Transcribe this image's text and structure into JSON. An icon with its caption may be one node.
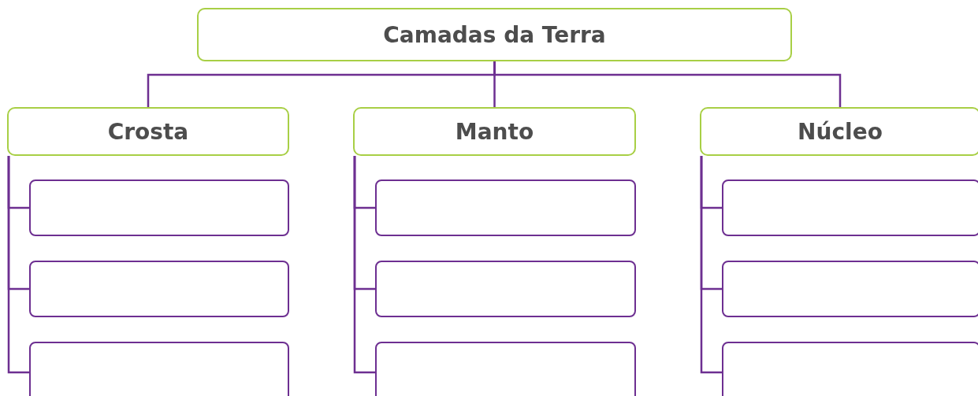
{
  "diagram": {
    "nodes": [
      {
        "text": [
          "Camadas da Terra"
        ]
      },
      {
        "text": [
          "Crosta"
        ]
      },
      {
        "text": [
          "Manto"
        ]
      },
      {
        "text": [
          "Núcleo"
        ]
      },
      {
        "text": [],
        "shape": "box"
      },
      {
        "text": [],
        "shape": "box"
      },
      {
        "text": [],
        "shape": "box"
      },
      {
        "text": [],
        "shape": "box"
      },
      {
        "text": [],
        "shape": "box"
      },
      {
        "text": [],
        "shape": "box"
      },
      {
        "text": [],
        "shape": "box"
      },
      {
        "text": [],
        "shape": "box"
      },
      {
        "text": [],
        "shape": "box"
      }
    ],
    "edges": [
      {
        "from": 0,
        "to": 1,
        "arrow": "none"
      },
      {
        "from": 0,
        "to": 2,
        "arrow": "none"
      },
      {
        "from": 0,
        "to": 3,
        "arrow": "none"
      },
      {
        "from": 1,
        "to": 4,
        "arrow": "none"
      },
      {
        "from": 1,
        "to": 5,
        "arrow": "none"
      },
      {
        "from": 1,
        "to": 6,
        "arrow": "none"
      },
      {
        "from": 2,
        "to": 7,
        "arrow": "none"
      },
      {
        "from": 2,
        "to": 8,
        "arrow": "none"
      },
      {
        "from": 2,
        "to": 9,
        "arrow": "none"
      },
      {
        "from": 3,
        "to": 10,
        "arrow": "none"
      },
      {
        "from": 3,
        "to": 11,
        "arrow": "none"
      },
      {
        "from": 3,
        "to": 12,
        "arrow": "none"
      }
    ]
  }
}
